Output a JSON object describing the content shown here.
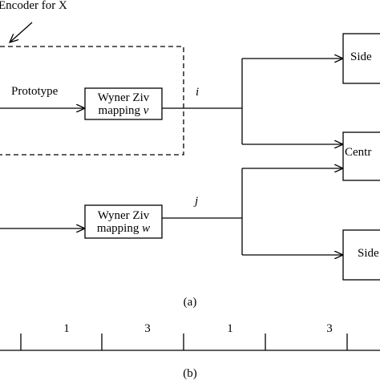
{
  "encoder_label": "Encoder for X",
  "prototype_label": "Prototype",
  "wz_v": {
    "line1": "Wyner Ziv",
    "line2_text": "mapping ",
    "line2_var": "v"
  },
  "wz_w": {
    "line1": "Wyner Ziv",
    "line2_text": "mapping ",
    "line2_var": "w"
  },
  "index_i": "i",
  "index_j": "j",
  "side_top": "Side",
  "central": "Centr",
  "side_bottom": "Side",
  "caption_a": "(a)",
  "caption_b": "(b)",
  "scale_labels": [
    "1",
    "3",
    "1",
    "3"
  ]
}
